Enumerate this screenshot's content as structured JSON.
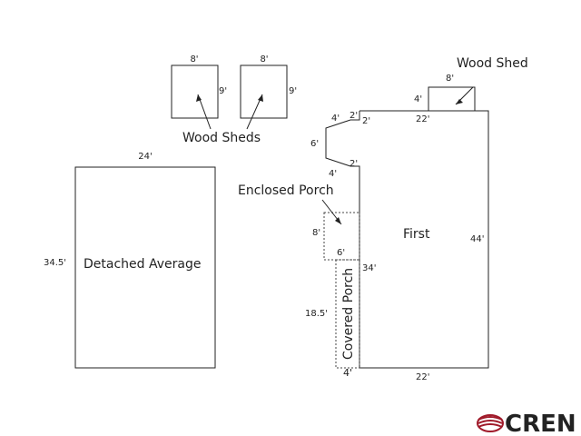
{
  "labels": {
    "wood_sheds": "Wood Sheds",
    "wood_shed": "Wood Shed",
    "detached": "Detached Average",
    "enclosed_porch": "Enclosed Porch",
    "covered_porch": "Covered Porch",
    "first": "First"
  },
  "dims": {
    "shed1_top": "8'",
    "shed1_right": "9'",
    "shed2_top": "8'",
    "shed2_right": "9'",
    "detached_top": "24'",
    "detached_left": "34.5'",
    "shed_top": "8'",
    "shed_left": "4'",
    "main_top": "22'",
    "main_right": "44'",
    "main_bottom": "22'",
    "notch_4_top": "4'",
    "notch_2_a": "2'",
    "notch_2_b": "2'",
    "notch_6": "6'",
    "notch_2_c": "2'",
    "notch_4_bottom": "4'",
    "enclosed_8": "8'",
    "enclosed_6": "6'",
    "main_34": "34'",
    "covered_18": "18.5'",
    "covered_4": "4'"
  },
  "logo": {
    "text": "CREN",
    "color": "#a01a2a",
    "icon": "globe-swoosh-icon"
  }
}
